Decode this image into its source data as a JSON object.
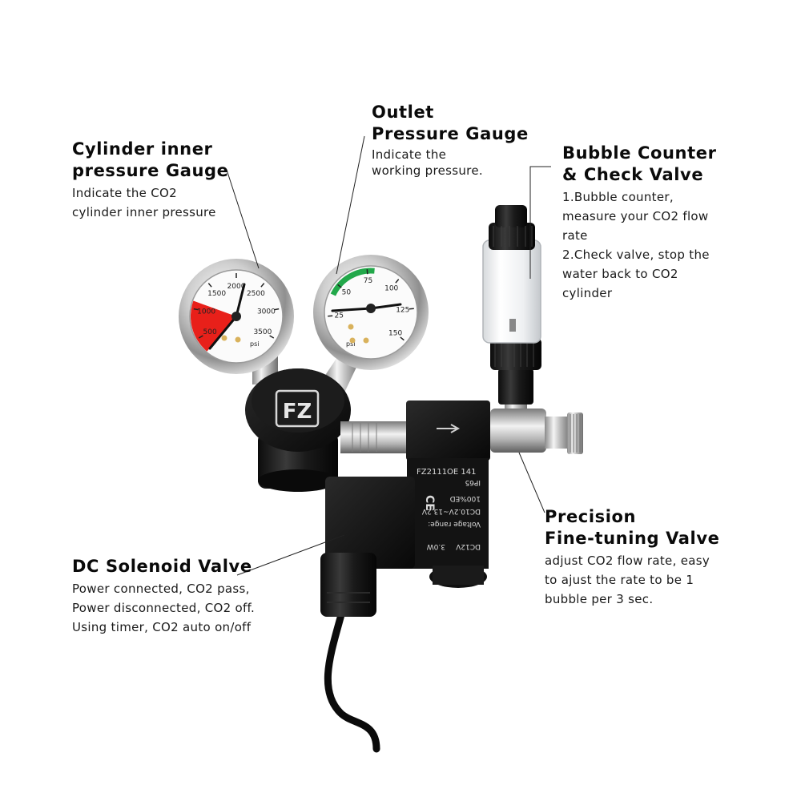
{
  "annotations": {
    "cylinder_gauge": {
      "title": [
        "Cylinder inner",
        "pressure Gauge"
      ],
      "desc": [
        "Indicate the CO2",
        "cylinder inner pressure"
      ]
    },
    "outlet_gauge": {
      "title": [
        "Outlet",
        "Pressure Gauge"
      ],
      "desc": [
        "Indicate the",
        "working pressure."
      ]
    },
    "bubble_counter": {
      "title": [
        "Bubble Counter",
        "& Check Valve"
      ],
      "desc": [
        "1.Bubble counter,",
        "measure your CO2 flow",
        "rate",
        "2.Check valve, stop the",
        "water back to CO2",
        "cylinder"
      ]
    },
    "fine_tuning_valve": {
      "title": [
        "Precision",
        "Fine-tuning Valve"
      ],
      "desc": [
        "adjust CO2 flow rate, easy",
        "to ajust the rate to be 1",
        "bubble per 3 sec."
      ]
    },
    "solenoid_valve": {
      "title": [
        "DC Solenoid Valve"
      ],
      "desc": [
        "Power connected, CO2 pass,",
        "Power disconnected, CO2 off.",
        "Using timer, CO2 auto on/off"
      ]
    }
  },
  "product": {
    "brand_logo": "FZ",
    "cylinder_gauge": {
      "ticks": [
        "500",
        "1000",
        "1500",
        "2000",
        "2500",
        "3000",
        "3500"
      ],
      "unit": "psi",
      "zone_color": "#e8201a"
    },
    "outlet_gauge": {
      "ticks": [
        "25",
        "50",
        "75",
        "100",
        "125",
        "150"
      ],
      "unit": "psi",
      "zone_color": "#22a84a"
    },
    "solenoid_label": {
      "model": "FZ2111OE 141",
      "mark": "CE",
      "rating": "IP65",
      "duty": "100%ED",
      "voltage_range": "DC10.2V~13.2V",
      "voltage_label": "Voltage range:",
      "power": "3.0W",
      "voltage": "DC12V"
    }
  }
}
